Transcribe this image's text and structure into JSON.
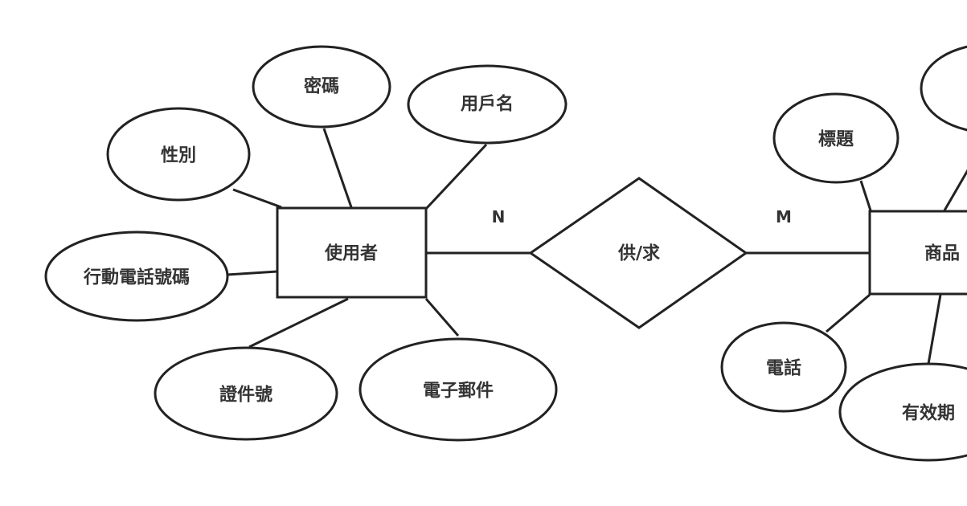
{
  "entities": {
    "user": "使用者",
    "product": "商品"
  },
  "relationship": "供/求",
  "cardinality": {
    "left": "N",
    "right": "M"
  },
  "user_attributes": {
    "password": "密碼",
    "username": "用戶名",
    "gender": "性別",
    "mobile": "行動電話號碼",
    "id_number": "證件號",
    "email": "電子郵件"
  },
  "product_attributes": {
    "title": "標題",
    "phone": "電話",
    "expiry": "有效期"
  }
}
